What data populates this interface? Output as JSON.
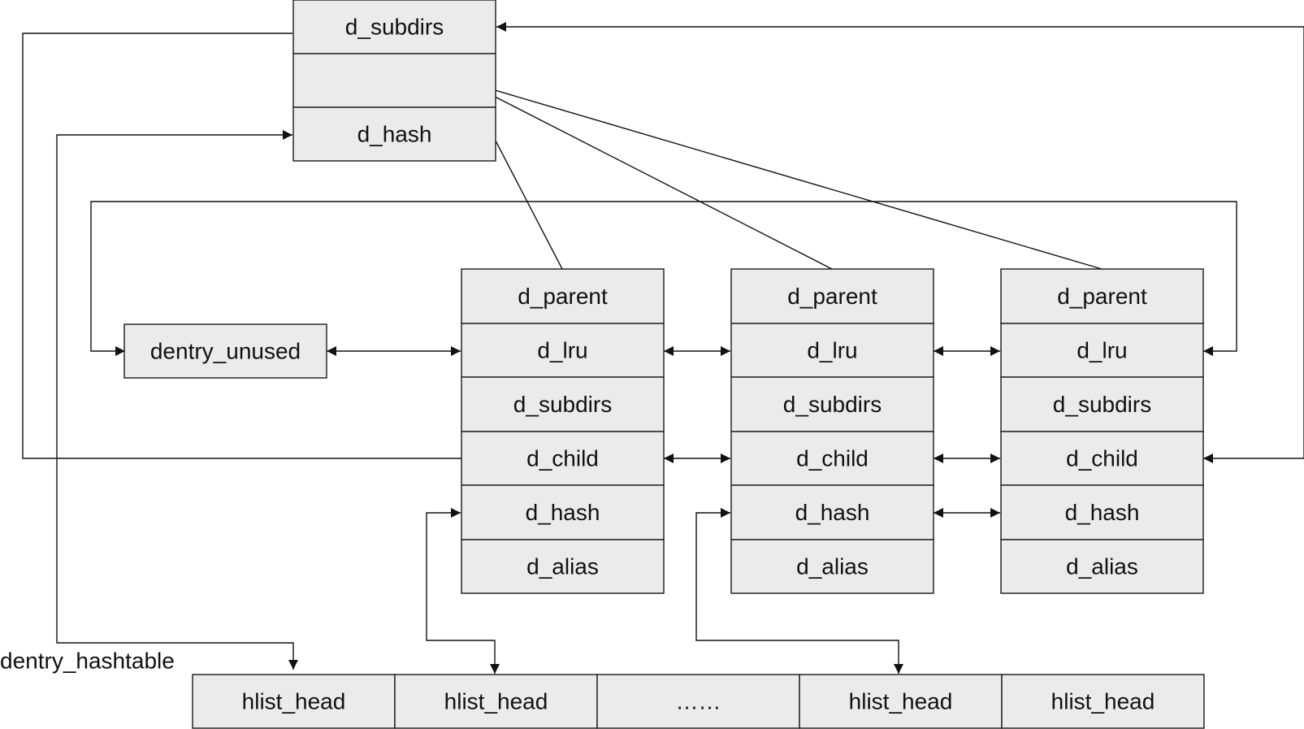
{
  "parent": {
    "fields": [
      "d_subdirs",
      "",
      "d_hash"
    ]
  },
  "children": [
    {
      "fields": [
        "d_parent",
        "d_lru",
        "d_subdirs",
        "d_child",
        "d_hash",
        "d_alias"
      ]
    },
    {
      "fields": [
        "d_parent",
        "d_lru",
        "d_subdirs",
        "d_child",
        "d_hash",
        "d_alias"
      ]
    },
    {
      "fields": [
        "d_parent",
        "d_lru",
        "d_subdirs",
        "d_child",
        "d_hash",
        "d_alias"
      ]
    }
  ],
  "unused_list": {
    "label": "dentry_unused"
  },
  "hashtable": {
    "label": "dentry_hashtable",
    "buckets": [
      "hlist_head",
      "hlist_head",
      "……",
      "hlist_head",
      "hlist_head"
    ]
  }
}
